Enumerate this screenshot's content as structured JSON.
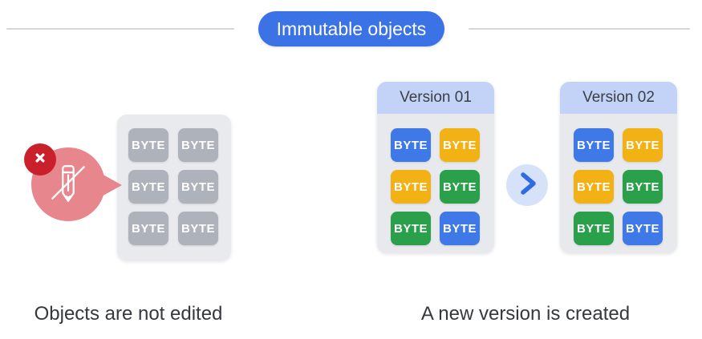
{
  "header": {
    "pill_label": "Immutable objects"
  },
  "left_panel": {
    "caption": "Objects are not edited",
    "icons": [
      "no-edit-pencil-icon",
      "x-badge-icon"
    ],
    "grid": {
      "tiles": [
        {
          "label": "BYTE",
          "color": "gray"
        },
        {
          "label": "BYTE",
          "color": "gray"
        },
        {
          "label": "BYTE",
          "color": "gray"
        },
        {
          "label": "BYTE",
          "color": "gray"
        },
        {
          "label": "BYTE",
          "color": "gray"
        },
        {
          "label": "BYTE",
          "color": "gray"
        }
      ]
    }
  },
  "right_panel": {
    "caption": "A new version is created",
    "arrow_icon": "chevron-right-icon",
    "versions": [
      {
        "title": "Version 01",
        "tiles": [
          {
            "label": "BYTE",
            "color": "blue"
          },
          {
            "label": "BYTE",
            "color": "yellow"
          },
          {
            "label": "BYTE",
            "color": "yellow"
          },
          {
            "label": "BYTE",
            "color": "green"
          },
          {
            "label": "BYTE",
            "color": "green"
          },
          {
            "label": "BYTE",
            "color": "blue"
          }
        ]
      },
      {
        "title": "Version 02",
        "tiles": [
          {
            "label": "BYTE",
            "color": "blue"
          },
          {
            "label": "BYTE",
            "color": "yellow"
          },
          {
            "label": "BYTE",
            "color": "yellow"
          },
          {
            "label": "BYTE",
            "color": "green"
          },
          {
            "label": "BYTE",
            "color": "green"
          },
          {
            "label": "BYTE",
            "color": "blue"
          }
        ]
      }
    ]
  },
  "colors": {
    "pill_blue": "#3b72e6",
    "tile_blue": "#3e79e7",
    "tile_yellow": "#f2b115",
    "tile_green": "#2ba04a",
    "tile_gray": "#aeb2ba",
    "card_gray": "#e9eaee",
    "version_header_blue": "#c3d3f7",
    "bubble_pink": "#e8868d",
    "badge_red": "#c9202c",
    "arrow_circle_bg": "#d6e2fa",
    "arrow_blue": "#2e6be5",
    "caption_text": "#35383c"
  }
}
